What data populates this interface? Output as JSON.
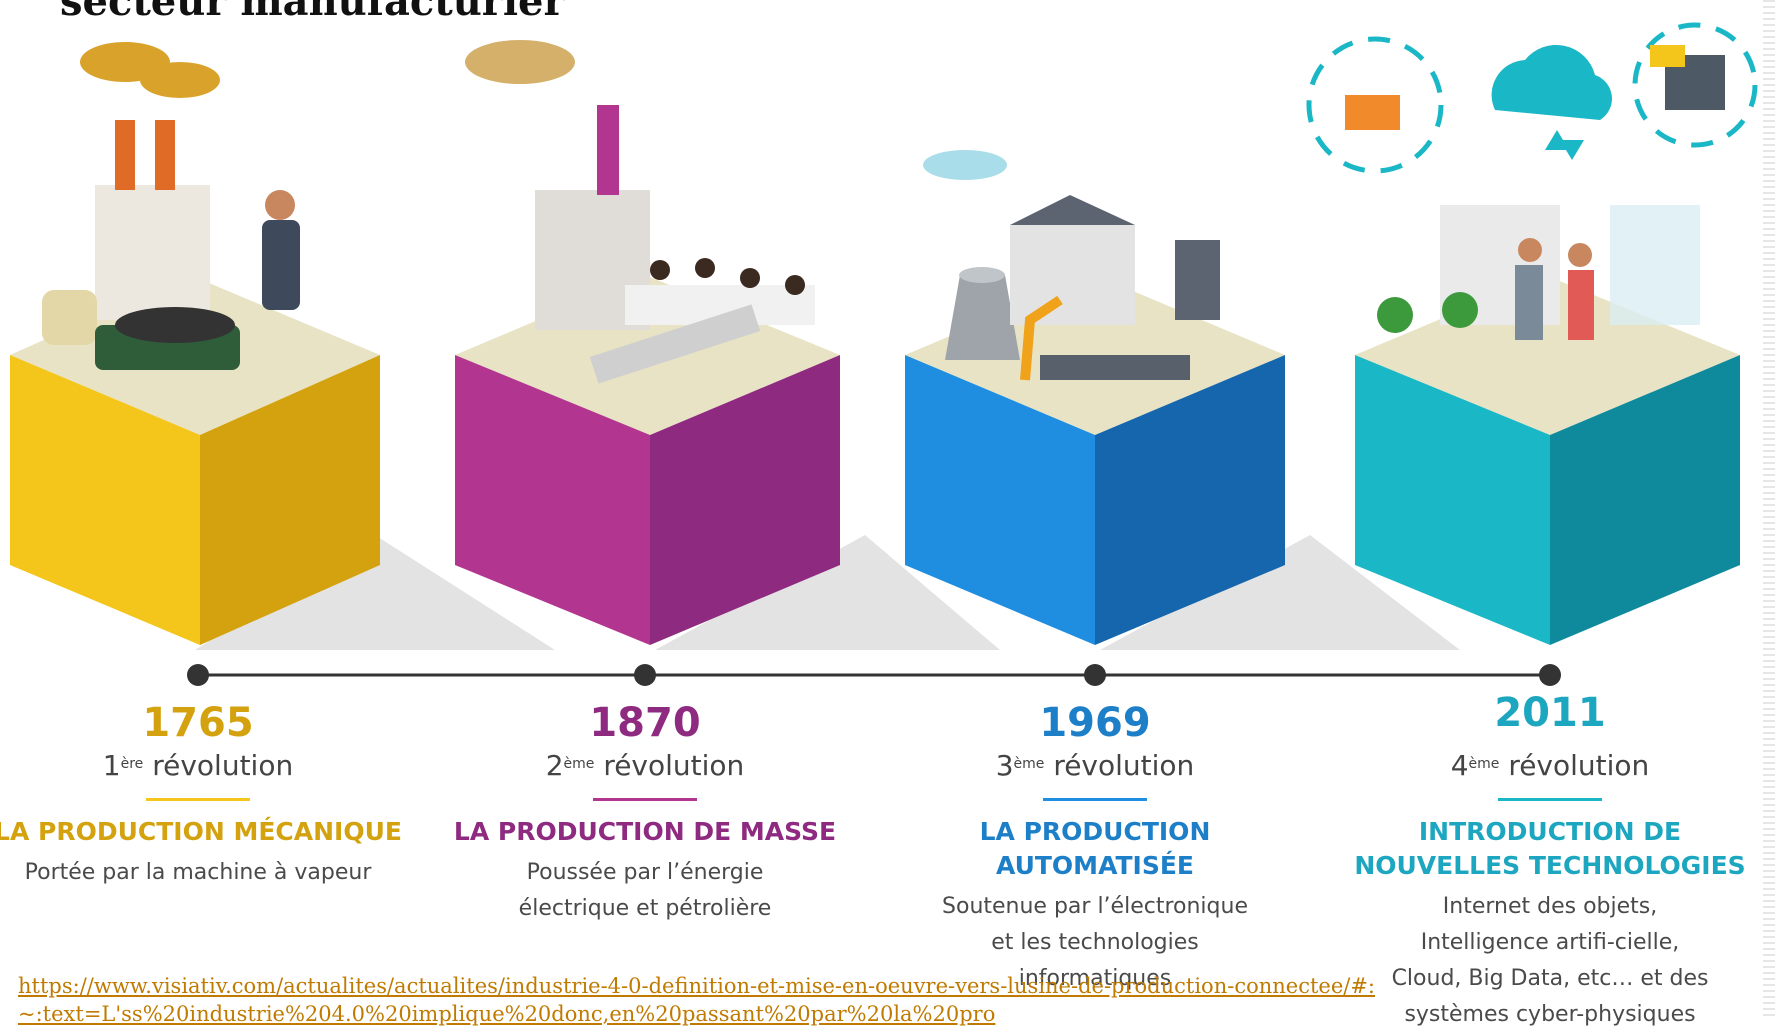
{
  "title": "secteur manufacturier",
  "colors": {
    "rev1": "#d4a20e",
    "rev2": "#8e2a80",
    "rev3": "#1c7fc8",
    "rev4": "#1ca6bf",
    "timeline": "#333333"
  },
  "revolutions": [
    {
      "year": "1765",
      "ordinal": "1",
      "ordinal_sup": "ère",
      "label": "révolution",
      "heading": "LA PRODUCTION MÉCANIQUE",
      "description": "Portée par la machine à vapeur"
    },
    {
      "year": "1870",
      "ordinal": "2",
      "ordinal_sup": "ème",
      "label": "révolution",
      "heading": "LA PRODUCTION DE MASSE",
      "description": "Poussée par l’énergie électrique et pétrolière"
    },
    {
      "year": "1969",
      "ordinal": "3",
      "ordinal_sup": "ème",
      "label": "révolution",
      "heading": "LA PRODUCTION AUTOMATISÉE",
      "description": "Soutenue par l’électronique et les technologies informatiques"
    },
    {
      "year": "2011",
      "ordinal": "4",
      "ordinal_sup": "ème",
      "label": "révolution",
      "heading": "INTRODUCTION DE NOUVELLES TECHNOLOGIES",
      "description": "Internet des objets, Intelligence artifi-cielle, Cloud, Big Data, etc… et des systèmes cyber-physiques"
    }
  ],
  "source_link": "https://www.visiativ.com/actualites/actualites/industrie-4-0-definition-et-mise-en-oeuvre-vers-lusine-de-production-connectee/#:~:text=L'ss%20industrie%204.0%20implique%20donc,en%20passant%20par%20la%20pro"
}
